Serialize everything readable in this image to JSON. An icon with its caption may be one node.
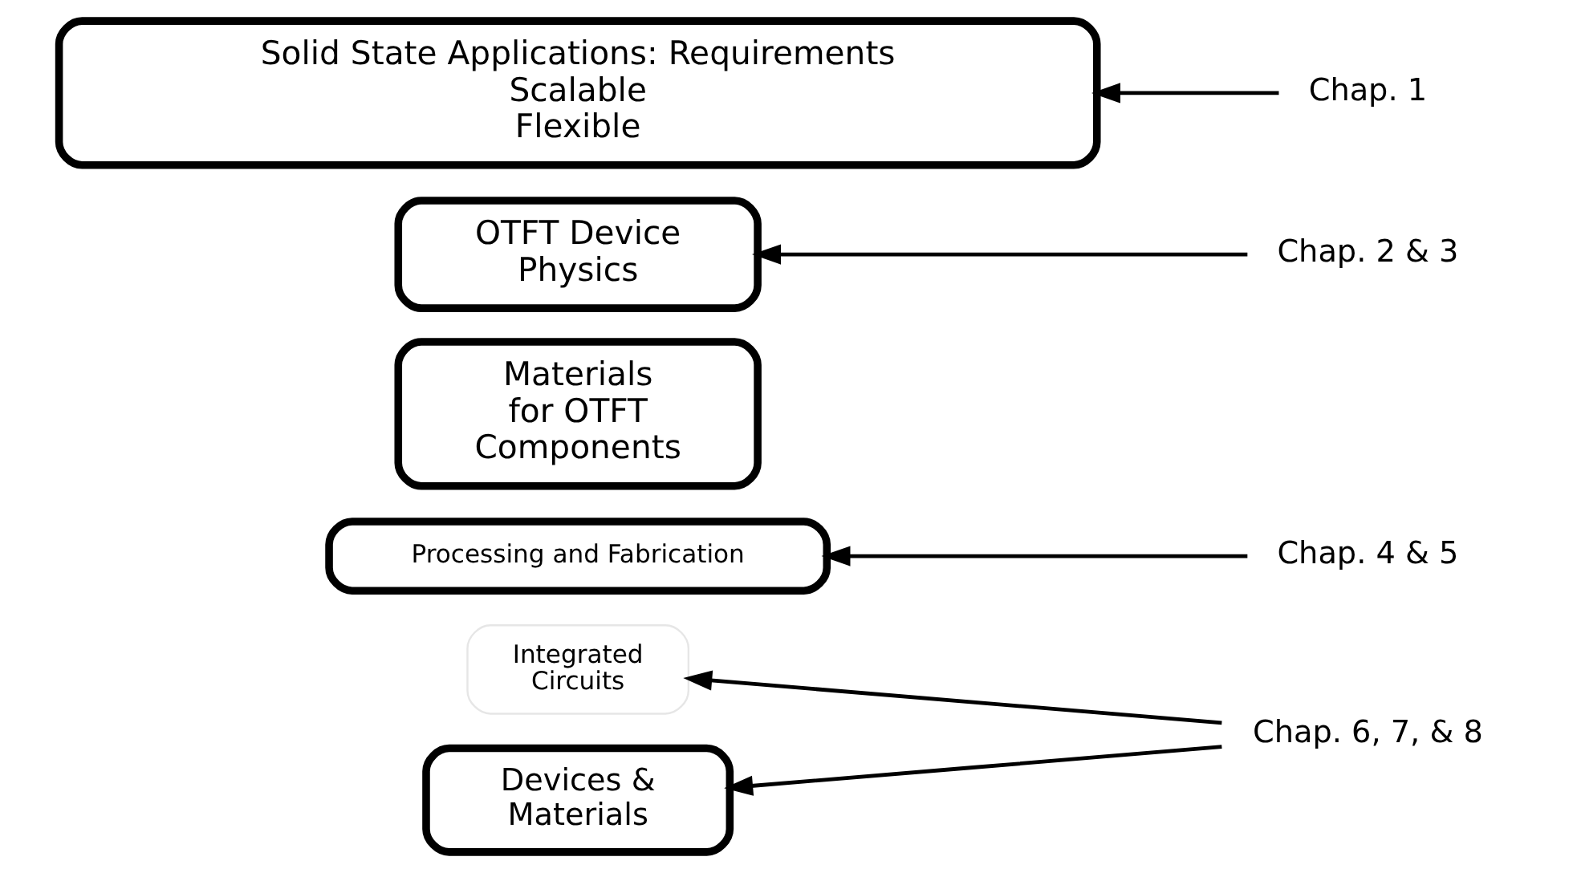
{
  "diagram": {
    "nodes": [
      {
        "text": [
          "Integrated Circuits"
        ]
      },
      {
        "text": [
          "Devices & Materials"
        ]
      },
      {
        "text": [
          "Processing and Fabrication"
        ]
      },
      {
        "text": [
          "Materials for OTFT Components"
        ]
      },
      {
        "text": [
          "OTFT Device Physics"
        ]
      },
      {
        "text": [
          "Solid State Applications: Requirements",
          "Scalable",
          "Flexible"
        ]
      },
      {
        "text": [
          "Chap. 6, 7, & 8"
        ]
      },
      {
        "text": [
          "Chap. 4 & 5"
        ]
      },
      {
        "text": [
          "Chap. 2 & 3"
        ]
      },
      {
        "text": [
          "Chap. 1"
        ]
      }
    ],
    "edges": [
      {
        "from": 6,
        "to": 0,
        "arrow": "to"
      },
      {
        "from": 6,
        "to": 1,
        "arrow": "to"
      },
      {
        "from": 7,
        "to": 2,
        "arrow": "to"
      },
      {
        "from": 8,
        "to": 4,
        "arrow": "to"
      },
      {
        "from": 9,
        "to": 5,
        "arrow": "to"
      }
    ]
  }
}
